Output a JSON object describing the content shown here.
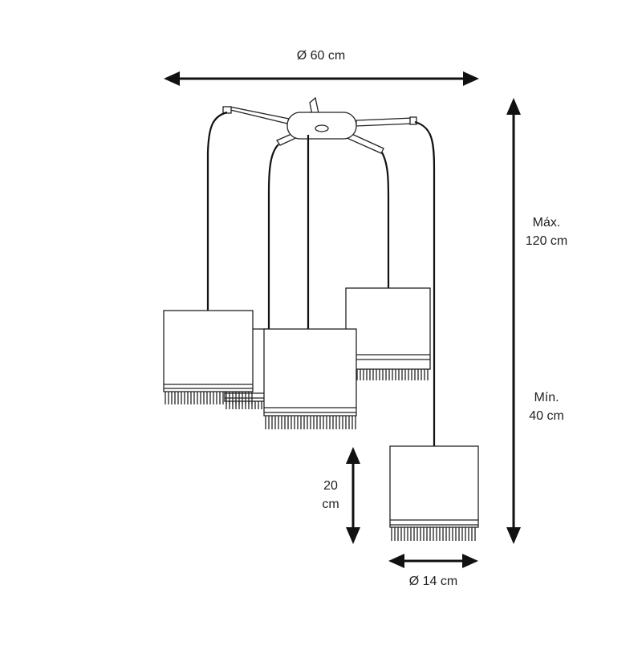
{
  "dimensions": {
    "width_label": "Ø 60 cm",
    "max_height_label_line1": "Máx.",
    "max_height_label_line2": "120 cm",
    "min_height_label_line1": "Mín.",
    "min_height_label_line2": "40 cm",
    "shade_height_label_line1": "20",
    "shade_height_label_line2": "cm",
    "shade_diameter_label": "Ø 14 cm"
  },
  "colors": {
    "line": "#222222",
    "background": "#ffffff"
  }
}
